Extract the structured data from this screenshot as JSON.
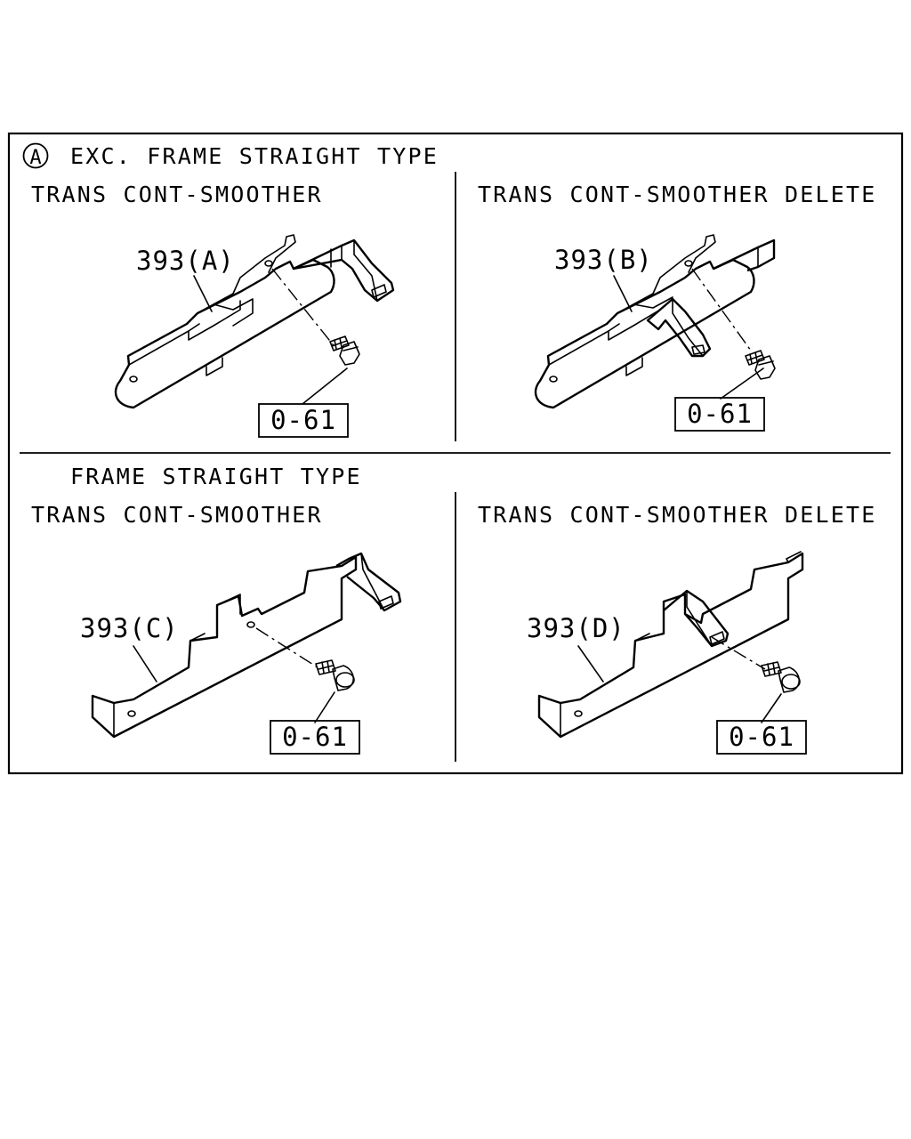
{
  "header": {
    "circle_letter": "A",
    "title": "EXC. FRAME STRAIGHT TYPE"
  },
  "section_bottom": {
    "title": "FRAME STRAIGHT TYPE"
  },
  "panels": [
    {
      "subtitle": "TRANS CONT-SMOOTHER",
      "part_label": "393(A)",
      "ref_label": "0-61"
    },
    {
      "subtitle": "TRANS CONT-SMOOTHER DELETE",
      "part_label": "393(B)",
      "ref_label": "0-61"
    },
    {
      "subtitle": "TRANS CONT-SMOOTHER",
      "part_label": "393(C)",
      "ref_label": "0-61"
    },
    {
      "subtitle": "TRANS CONT-SMOOTHER DELETE",
      "part_label": "393(D)",
      "ref_label": "0-61"
    }
  ]
}
